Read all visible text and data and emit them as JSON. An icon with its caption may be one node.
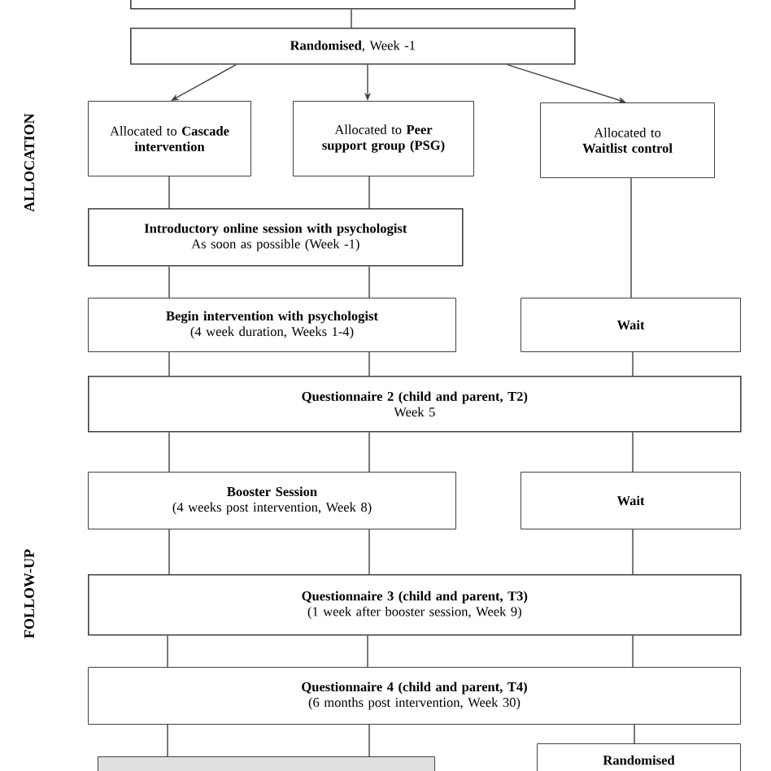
{
  "diagram": {
    "nodes": [
      {
        "text": [],
        "shape": "box"
      },
      {
        "text": [
          "**Randomised**, Week -1"
        ]
      },
      {
        "text": [
          "Allocated to **Cascade intervention**"
        ]
      },
      {
        "text": [
          "Allocated to **Peer support group (PSG)**"
        ]
      },
      {
        "text": [
          "Allocated to **Waitlist control**"
        ]
      },
      {
        "text": [
          "Introductory online session with psychologist",
          "As soon as possible (Week -1)"
        ]
      },
      {
        "text": [
          "Begin intervention with psychologist",
          "(4 week duration, Weeks 1-4)"
        ]
      },
      {
        "text": [
          "Wait"
        ]
      },
      {
        "text": [
          "Questionnaire 2 (child and parent, T2)",
          "Week 5"
        ]
      },
      {
        "text": [
          "Booster Session",
          "(4 weeks post intervention, Week 8)"
        ]
      },
      {
        "text": [
          "Wait"
        ]
      },
      {
        "text": [
          "Questionnaire 3 (child and parent, T3)",
          "(1 week after booster session, Week 9)"
        ]
      },
      {
        "text": [
          "Questionnaire 4 (child and parent, T4)",
          "(6 months post intervention, Week 30)"
        ]
      },
      {
        "text": [],
        "shape": "box"
      },
      {
        "text": [
          "Randomised"
        ]
      }
    ],
    "edges": [
      {
        "from": 0,
        "to": 1,
        "arrow": "none"
      },
      {
        "from": 1,
        "to": 2,
        "arrow": "to"
      },
      {
        "from": 1,
        "to": 3,
        "arrow": "to"
      },
      {
        "from": 1,
        "to": 4,
        "arrow": "to"
      },
      {
        "from": 2,
        "to": 5,
        "arrow": "none"
      },
      {
        "from": 3,
        "to": 5,
        "arrow": "none"
      },
      {
        "from": 4,
        "to": 7,
        "arrow": "none"
      },
      {
        "from": 5,
        "to": 6,
        "arrow": "none"
      },
      {
        "from": 5,
        "to": 6,
        "arrow": "none"
      },
      {
        "from": 6,
        "to": 8,
        "arrow": "none"
      },
      {
        "from": 6,
        "to": 8,
        "arrow": "none"
      },
      {
        "from": 7,
        "to": 8,
        "arrow": "none"
      },
      {
        "from": 8,
        "to": 9,
        "arrow": "none"
      },
      {
        "from": 8,
        "to": 9,
        "arrow": "none"
      },
      {
        "from": 8,
        "to": 10,
        "arrow": "none"
      },
      {
        "from": 9,
        "to": 11,
        "arrow": "none"
      },
      {
        "from": 9,
        "to": 11,
        "arrow": "none"
      },
      {
        "from": 10,
        "to": 11,
        "arrow": "none"
      },
      {
        "from": 11,
        "to": 12,
        "arrow": "none"
      },
      {
        "from": 11,
        "to": 12,
        "arrow": "none"
      },
      {
        "from": 11,
        "to": 12,
        "arrow": "none"
      },
      {
        "from": 12,
        "to": 13,
        "arrow": "none"
      },
      {
        "from": 12,
        "to": 13,
        "arrow": "none"
      },
      {
        "from": 12,
        "to": 14,
        "arrow": "none"
      }
    ],
    "labels": [
      "ALLOCATION",
      "FOLLOW-UP"
    ]
  }
}
